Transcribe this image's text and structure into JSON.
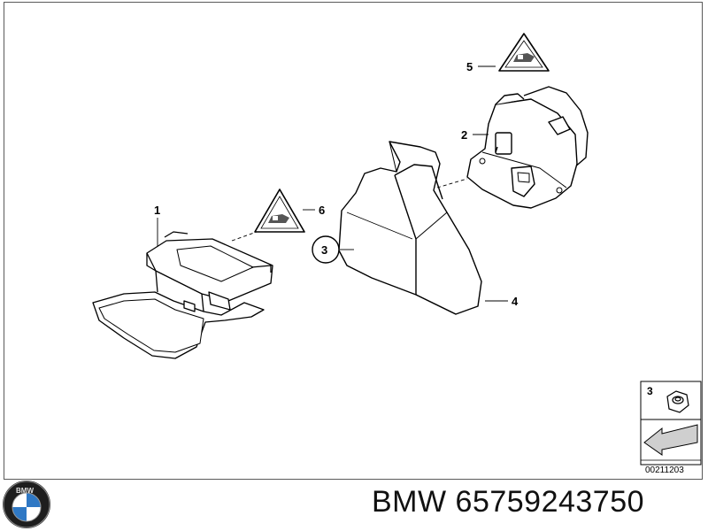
{
  "diagram": {
    "callouts": [
      {
        "id": "1",
        "label": "1"
      },
      {
        "id": "2",
        "label": "2"
      },
      {
        "id": "3",
        "label": "3"
      },
      {
        "id": "4",
        "label": "4"
      },
      {
        "id": "5",
        "label": "5"
      },
      {
        "id": "6",
        "label": "6"
      }
    ],
    "legend": {
      "number": "3",
      "code": "00211203"
    }
  },
  "footer": {
    "title": "BMW 65759243750",
    "logo_text": "BMW"
  },
  "colors": {
    "line": "#000000",
    "fill": "#ffffff",
    "shade": "#cfcfcf",
    "frame": "#5a5a5a",
    "logo_blue": "#2f78c4"
  }
}
